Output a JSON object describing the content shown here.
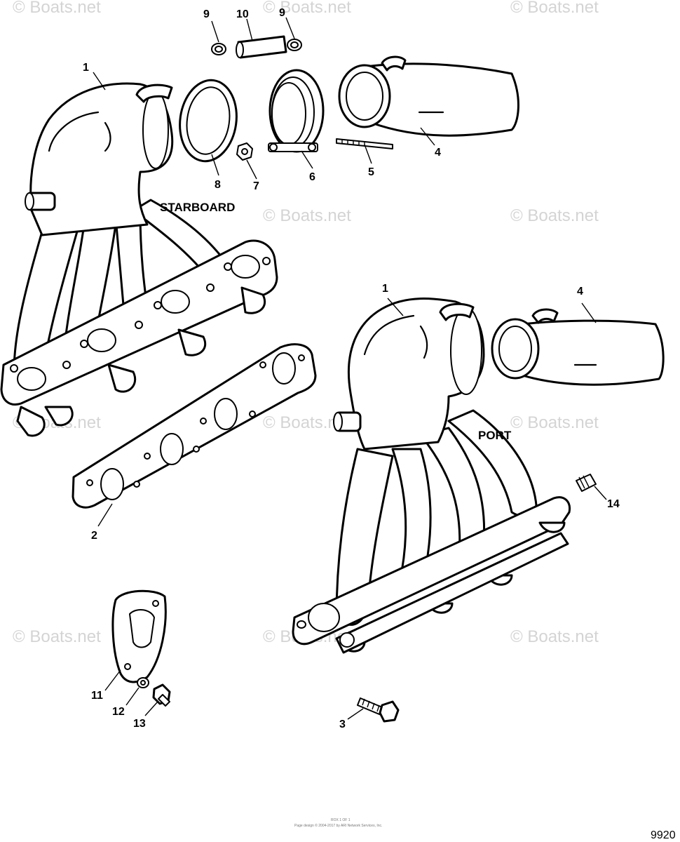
{
  "watermark": {
    "text": "© Boats.net"
  },
  "side_labels": {
    "starboard": "STARBOARD",
    "port": "PORT"
  },
  "callouts": {
    "c1a": "1",
    "c1b": "1",
    "c2": "2",
    "c3": "3",
    "c4a": "4",
    "c4b": "4",
    "c5": "5",
    "c6": "6",
    "c7": "7",
    "c8": "8",
    "c9a": "9",
    "c9b": "9",
    "c10": "10",
    "c11": "11",
    "c12": "12",
    "c13": "13",
    "c14": "14"
  },
  "footer": {
    "line1": "ROX 1 OF 1",
    "line2": "Page design © 2004-2017 by ARI Network Services, Inc."
  },
  "figure_number": "9920"
}
